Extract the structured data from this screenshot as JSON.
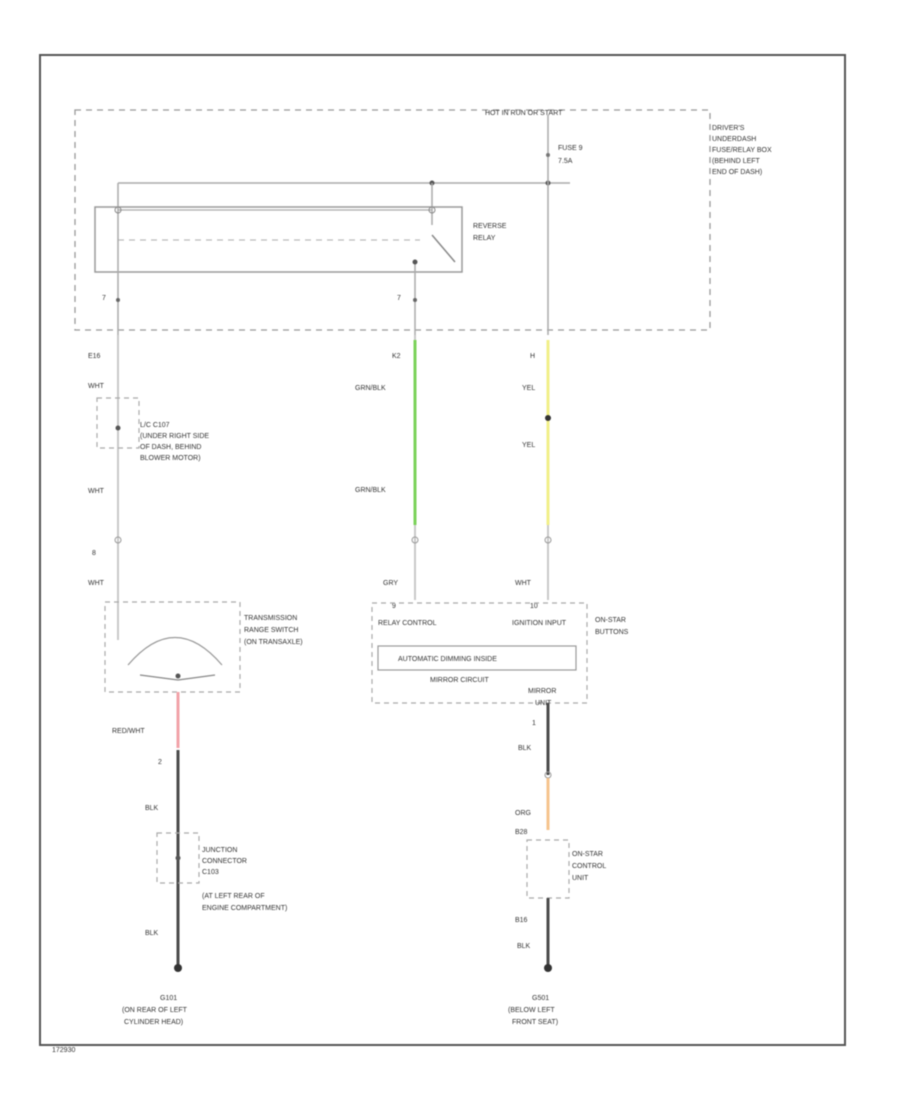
{
  "fuse_box": {
    "hot_label": "HOT IN RUN OR START",
    "fuse_label": "FUSE 9",
    "fuse_rating": "7.5A",
    "location_line1": "DRIVER'S",
    "location_line2": "UNDERDASH",
    "location_line3": "FUSE/RELAY BOX",
    "location_line4": "(BEHIND LEFT",
    "location_line5": "END OF DASH)"
  },
  "relay": {
    "label_line1": "REVERSE",
    "label_line2": "RELAY",
    "pin_left": "7",
    "pin_mid": "7"
  },
  "left_branch": {
    "conn_top": "E16",
    "wire1": "WHT",
    "splice_line1": "L/C C107",
    "splice_line2": "(UNDER RIGHT SIDE",
    "splice_line3": "OF DASH, BEHIND",
    "splice_line4": "BLOWER MOTOR)",
    "wire2": "WHT",
    "pin": "8",
    "wire3": "WHT",
    "switch_line1": "TRANSMISSION",
    "switch_line2": "RANGE SWITCH",
    "switch_line3": "(ON TRANSAXLE)",
    "wire4": "RED/WHT",
    "pin2": "2",
    "wire5": "BLK",
    "junction_line1": "JUNCTION",
    "junction_line2": "CONNECTOR",
    "junction_line3": "C103",
    "junction_line4": "(AT LEFT REAR OF",
    "junction_line5": "ENGINE COMPARTMENT)",
    "wire6": "BLK",
    "ground_line1": "G101",
    "ground_line2": "(ON REAR OF LEFT",
    "ground_line3": "CYLINDER HEAD)"
  },
  "mid_branch": {
    "conn_top": "K2",
    "wire1": "GRN/BLK",
    "wire2": "GRN/BLK",
    "wire3": "GRY",
    "pin": "9"
  },
  "right_branch": {
    "conn_top": "H",
    "wire1": "YEL",
    "wire2": "YEL",
    "wire3": "WHT",
    "pin": "10",
    "module_pin_left": "RELAY CONTROL",
    "module_pin_right": "IGNITION INPUT",
    "module_inner": "AUTOMATIC DIMMING INSIDE",
    "module_inner2": "MIRROR CIRCUIT",
    "module_label_line1": "ON-STAR",
    "module_label_line2": "BUTTONS",
    "mirror_label_line1": "MIRROR",
    "mirror_label_line2": "UNIT",
    "pin2": "1",
    "wire4": "BLK",
    "wire5": "ORG",
    "pin3": "B28",
    "unit_line1": "ON-STAR",
    "unit_line2": "CONTROL",
    "unit_line3": "UNIT",
    "wire6": "B16",
    "wire7": "BLK",
    "ground_line1": "G501",
    "ground_line2": "(BELOW LEFT",
    "ground_line3": "FRONT SEAT)"
  },
  "figure_id": "172930",
  "colors": {
    "wire_grn": "#7bd35a",
    "wire_yel": "#f2ef8a",
    "wire_red": "#f2a3a8",
    "wire_org": "#f5c38e",
    "wire_gray": "#c9c9c9",
    "wire_black": "#4a4a4a"
  }
}
